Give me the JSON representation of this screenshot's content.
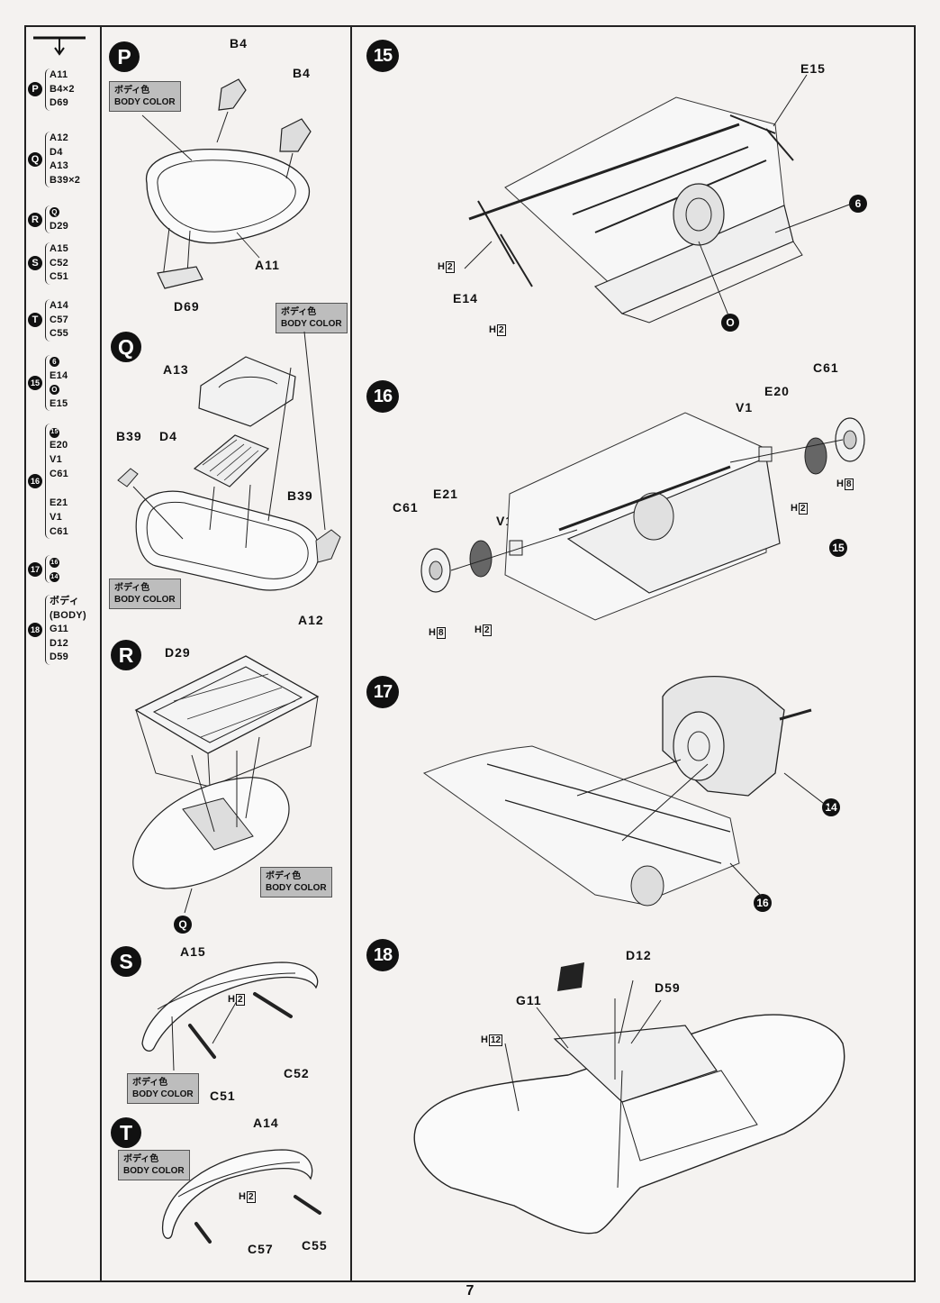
{
  "page_number": "7",
  "index": [
    {
      "badge": "P",
      "parts": [
        "A11",
        "B4×2",
        "D69"
      ]
    },
    {
      "badge": "Q",
      "parts": [
        "A12",
        "D4",
        "A13",
        "B39×2"
      ]
    },
    {
      "badge": "R",
      "parts": [
        "Q",
        "D29"
      ]
    },
    {
      "badge": "S",
      "parts": [
        "A15",
        "C52",
        "C51"
      ]
    },
    {
      "badge": "T",
      "parts": [
        "A14",
        "C57",
        "C55"
      ]
    },
    {
      "badge": "15",
      "parts": [
        "6",
        "E14",
        "O",
        "E15"
      ]
    },
    {
      "badge": "16",
      "parts": [
        "15",
        "E20",
        "V1",
        "C61",
        "",
        "E21",
        "V1",
        "C61"
      ]
    },
    {
      "badge": "17",
      "parts": [
        "16",
        "14"
      ]
    },
    {
      "badge": "18",
      "parts": [
        "ボディ",
        "(BODY)",
        "G11",
        "D12",
        "D59"
      ]
    }
  ],
  "color_box": {
    "jp": "ボディ色",
    "en": "BODY COLOR"
  },
  "steps": {
    "P": {
      "badge": "P",
      "labels": {
        "b4a": "B4",
        "b4b": "B4",
        "a11": "A11",
        "d69": "D69"
      }
    },
    "Q": {
      "badge": "Q",
      "labels": {
        "a13": "A13",
        "b39a": "B39",
        "d4": "D4",
        "b39b": "B39",
        "a12": "A12"
      }
    },
    "R": {
      "badge": "R",
      "labels": {
        "d29": "D29"
      },
      "result": "Q"
    },
    "S": {
      "badge": "S",
      "labels": {
        "a15": "A15",
        "h": "H",
        "hnum": "2",
        "c52": "C52",
        "c51": "C51"
      }
    },
    "T": {
      "badge": "T",
      "labels": {
        "a14": "A14",
        "h": "H",
        "hnum": "2",
        "c57": "C57",
        "c55": "C55"
      }
    },
    "s15": {
      "badge": "15",
      "labels": {
        "e15": "E15",
        "e14": "E14",
        "h": "H",
        "hnum": "2"
      },
      "ref6": "6",
      "refO": "O"
    },
    "s16": {
      "badge": "16",
      "labels": {
        "c61a": "C61",
        "e20": "E20",
        "v1a": "V1",
        "h8a": "8",
        "h2a": "2",
        "c61b": "C61",
        "e21": "E21",
        "v1b": "V1",
        "h8b": "8",
        "h2b": "2",
        "h": "H"
      },
      "ref15": "15"
    },
    "s17": {
      "badge": "17",
      "ref14": "14",
      "ref16": "16"
    },
    "s18": {
      "badge": "18",
      "labels": {
        "d12": "D12",
        "d59": "D59",
        "g11": "G11",
        "h": "H",
        "hnum": "12"
      }
    }
  }
}
